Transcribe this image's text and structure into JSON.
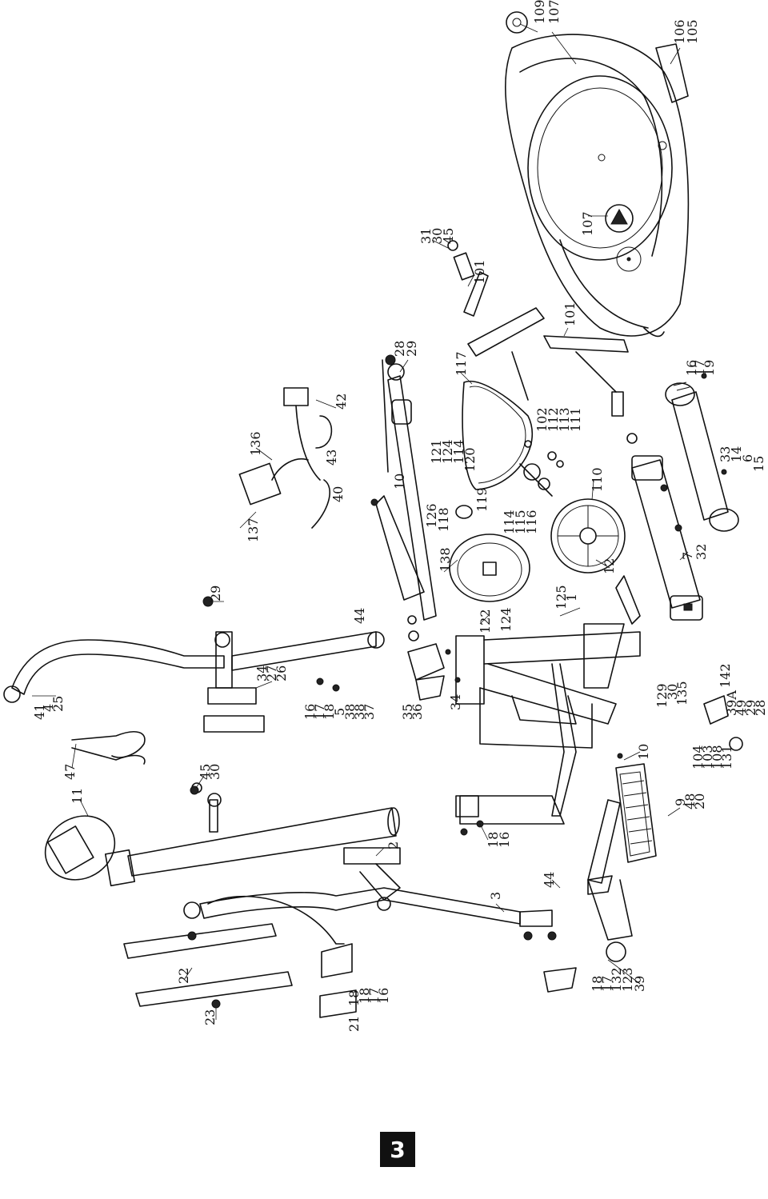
{
  "page_number": "3",
  "labels": [
    "109",
    "107",
    "106",
    "105",
    "107",
    "31",
    "30",
    "45",
    "101",
    "101",
    "28",
    "29",
    "117",
    "102",
    "112",
    "113",
    "111",
    "110",
    "136",
    "42",
    "43",
    "40",
    "137",
    "10",
    "121",
    "124",
    "114",
    "120",
    "126",
    "118",
    "119",
    "114",
    "115",
    "116",
    "138",
    "12",
    "16",
    "17",
    "19",
    "33",
    "14",
    "6",
    "15",
    "7",
    "32",
    "29",
    "44",
    "122",
    "124",
    "125",
    "1",
    "34",
    "27",
    "26",
    "41",
    "4",
    "25",
    "16",
    "17",
    "18",
    "5",
    "38",
    "38",
    "37",
    "35",
    "36",
    "34",
    "142",
    "129",
    "30",
    "135",
    "39A",
    "49",
    "29",
    "28",
    "47",
    "45",
    "30",
    "10",
    "104",
    "103",
    "108",
    "131",
    "11",
    "9",
    "48",
    "20",
    "2",
    "18",
    "16",
    "44",
    "3",
    "22",
    "23",
    "21",
    "18",
    "18",
    "17",
    "16",
    "18",
    "17",
    "132",
    "123",
    "39"
  ]
}
